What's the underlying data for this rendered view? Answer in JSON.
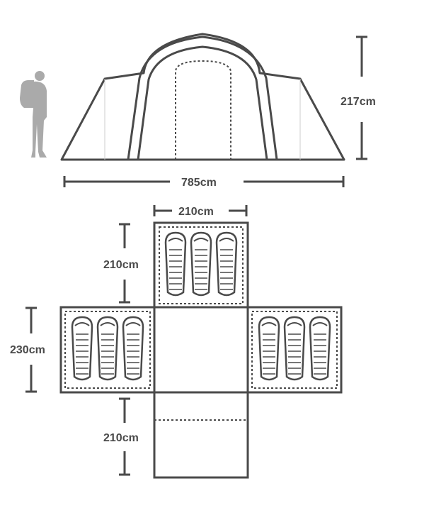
{
  "labels": {
    "height": "217cm",
    "length": "785cm",
    "front_bedroom_width": "210cm",
    "front_bedroom_depth": "210cm",
    "side_bedroom_depth": "230cm",
    "porch_depth": "210cm"
  },
  "sleeping_bags_per_bedroom": 3,
  "colors": {
    "line": "#4a4a4a",
    "fill": "#ffffff"
  }
}
